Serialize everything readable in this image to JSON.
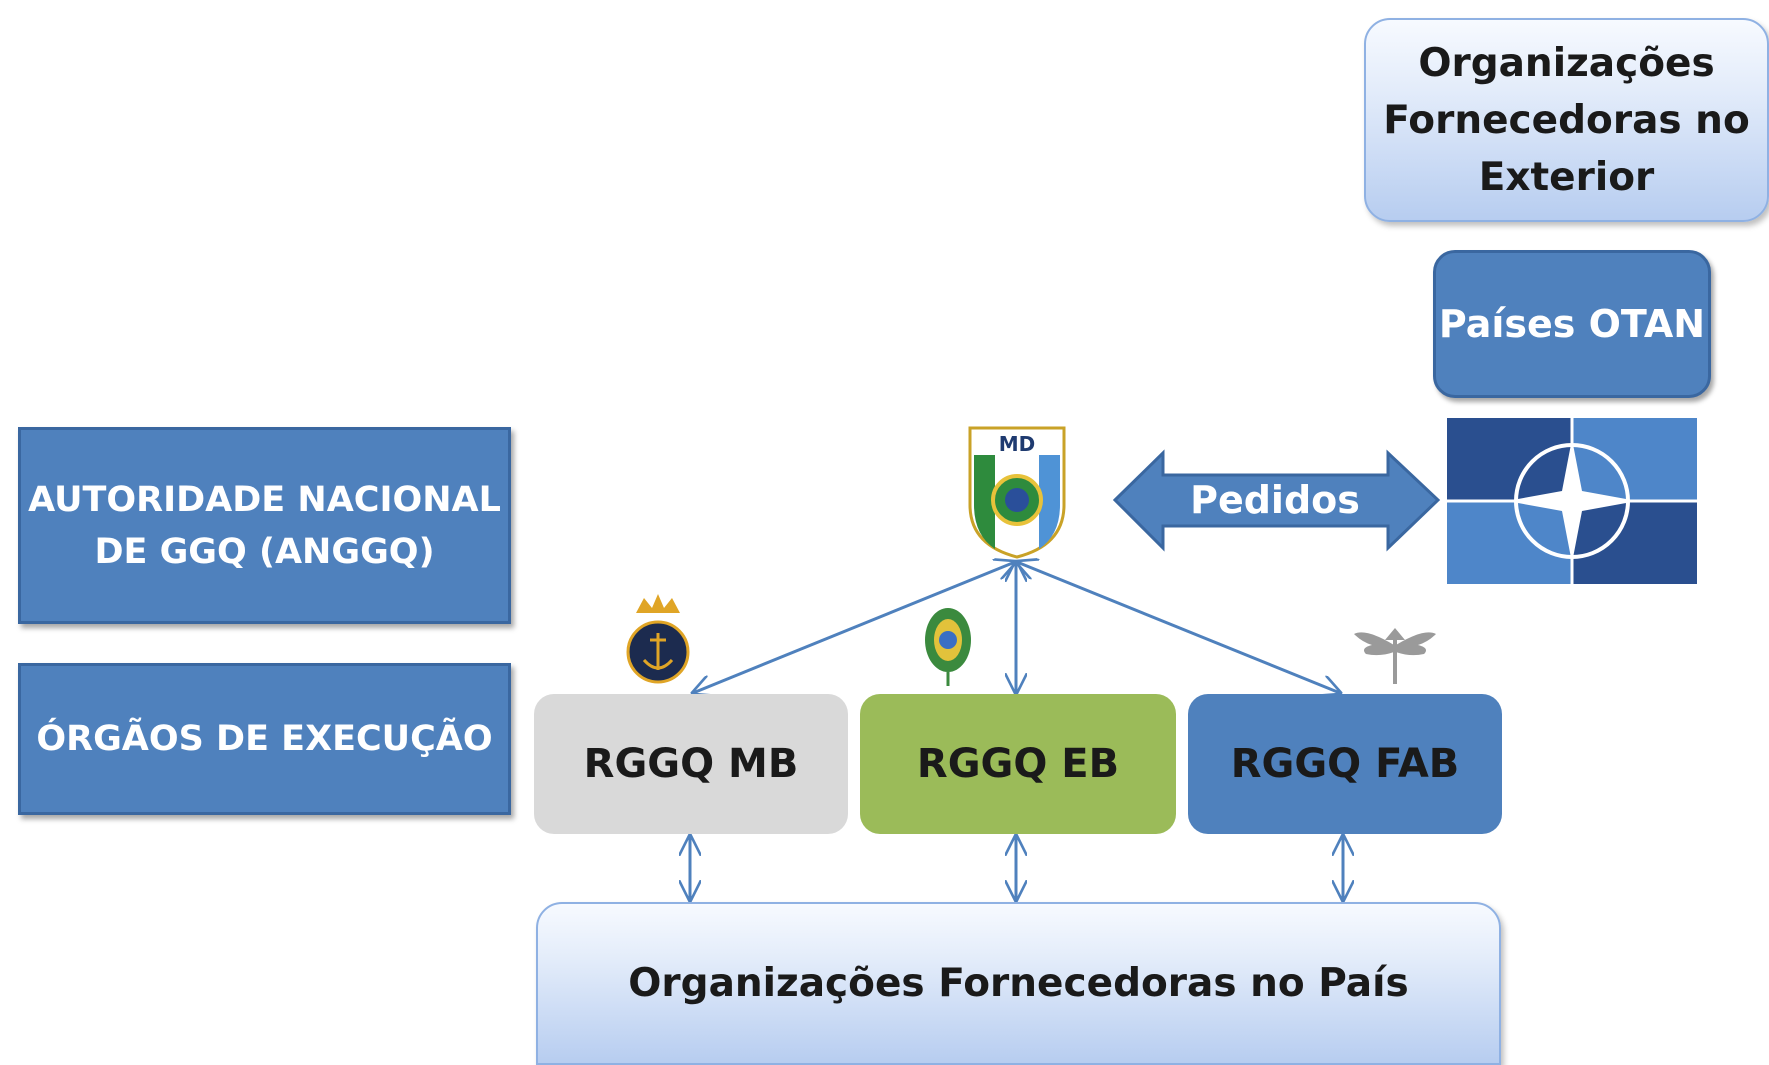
{
  "left_column": {
    "authority": "AUTORIDADE NACIONAL DE GGQ (ANGGQ)",
    "execution": "ÓRGÃOS DE EXECUÇÃO"
  },
  "top_right": {
    "foreign_suppliers": "Organizações Fornecedoras no Exterior",
    "nato_countries": "Países OTAN"
  },
  "center": {
    "md_emblem_text": "MD",
    "requests_arrow_label": "Pedidos"
  },
  "branches": [
    {
      "label": "RGGQ MB",
      "color": "#d9d9d9"
    },
    {
      "label": "RGGQ EB",
      "color": "#9bbb59"
    },
    {
      "label": "RGGQ FAB",
      "color": "#4f81bd"
    }
  ],
  "bottom": {
    "domestic_suppliers": "Organizações Fornecedoras no País"
  },
  "colors": {
    "accent_blue": "#4f81bd",
    "nato_navy": "#2a4f8f",
    "army_green": "#9bbb59",
    "navy_grey": "#d9d9d9"
  }
}
